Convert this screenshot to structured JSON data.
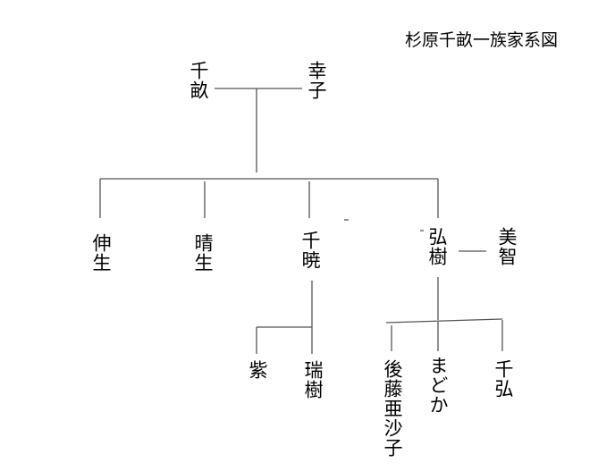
{
  "title": "杉原千畝一族家系図",
  "colors": {
    "line": "#555555",
    "text": "#000000",
    "background": "#ffffff"
  },
  "people": {
    "chiune": "千畝",
    "yukiko": "幸子",
    "nobuo": "伸生",
    "haruki": "晴生",
    "chiaki": "千暁",
    "hiroki": "弘樹",
    "michi": "美智",
    "murasaki": "紫",
    "mizuki": "瑞樹",
    "goto_asako": "後藤亜沙子",
    "madoka": "まどか",
    "chihiro": "千弘"
  }
}
